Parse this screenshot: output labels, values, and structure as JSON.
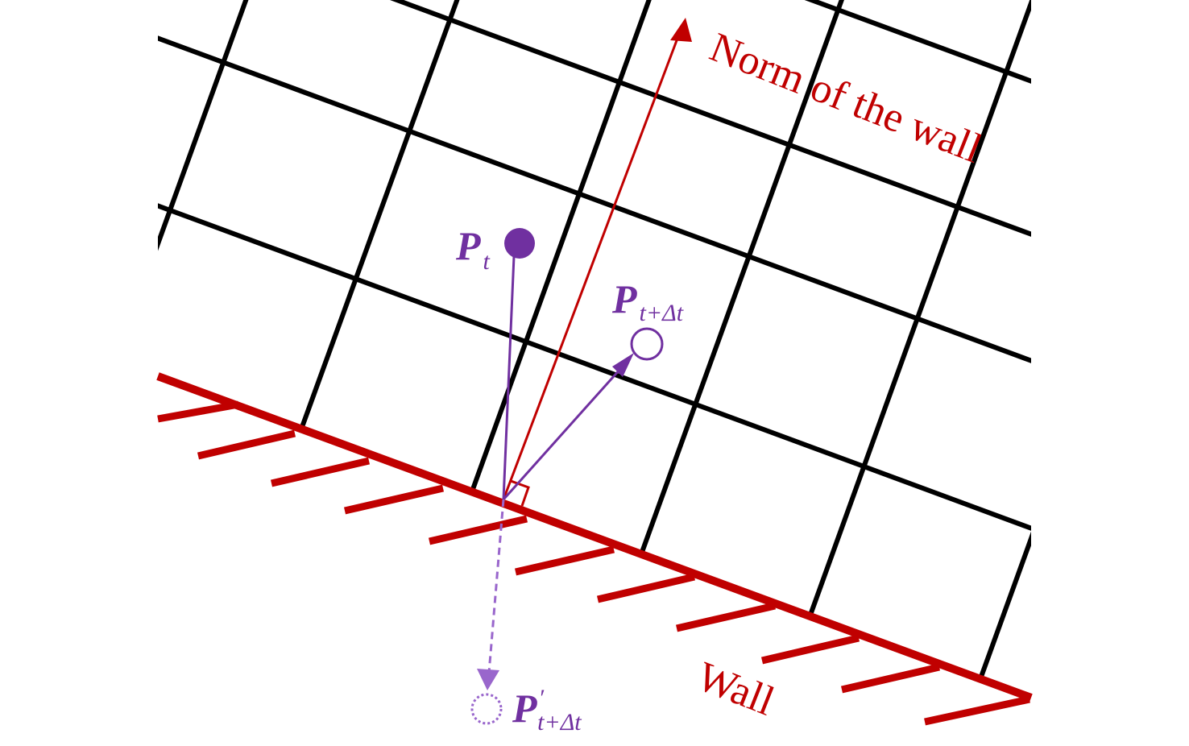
{
  "labels": {
    "norm": "Norm of the wall",
    "wall": "Wall",
    "p_t_main": "P",
    "p_t_sub": "t",
    "p_next_main": "P",
    "p_next_sub": "t+Δt",
    "p_reflect_main": "P",
    "p_reflect_prime": "′",
    "p_reflect_sub": "t+Δt"
  },
  "colors": {
    "grid": "#000000",
    "wall": "#c00000",
    "particle": "#7030a0",
    "particle_light": "#9966cc"
  }
}
